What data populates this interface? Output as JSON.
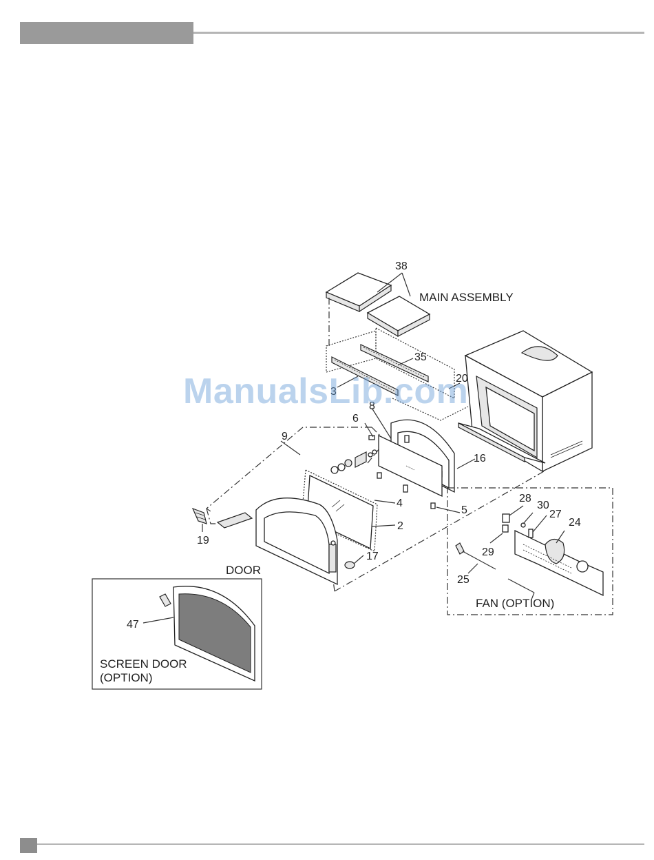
{
  "labels": {
    "main_assembly": "MAIN ASSEMBLY",
    "door": "DOOR",
    "screen_door_line1": "SCREEN DOOR",
    "screen_door_line2": "(OPTION)",
    "fan_option": "FAN (OPTION)"
  },
  "watermark": "ManualsLib.com",
  "part_numbers": {
    "p38": "38",
    "p35": "35",
    "p20": "20",
    "p3": "3",
    "p8": "8",
    "p6": "6",
    "p9": "9",
    "p16": "16",
    "p4": "4",
    "p5": "5",
    "p2": "2",
    "p19": "19",
    "p17": "17",
    "p28": "28",
    "p30": "30",
    "p27": "27",
    "p24": "24",
    "p29": "29",
    "p25": "25",
    "p47": "47"
  },
  "colors": {
    "header_bar": "#9a9a9a",
    "rule": "#b5b5b5",
    "watermark": "#6a9fd8"
  }
}
